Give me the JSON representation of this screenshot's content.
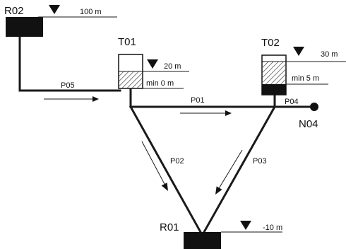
{
  "reservoirs": {
    "r02": {
      "name": "R02",
      "level": "100 m"
    },
    "r01": {
      "name": "R01",
      "level": "-10 m"
    }
  },
  "tanks": {
    "t01": {
      "name": "T01",
      "max_level": "20 m",
      "min_level": "min 0 m"
    },
    "t02": {
      "name": "T02",
      "max_level": "30 m",
      "min_level": "min 5 m"
    }
  },
  "node": {
    "name": "N04"
  },
  "pipes": {
    "p01": "P01",
    "p02": "P02",
    "p03": "P03",
    "p04": "P04",
    "p05": "P05"
  }
}
